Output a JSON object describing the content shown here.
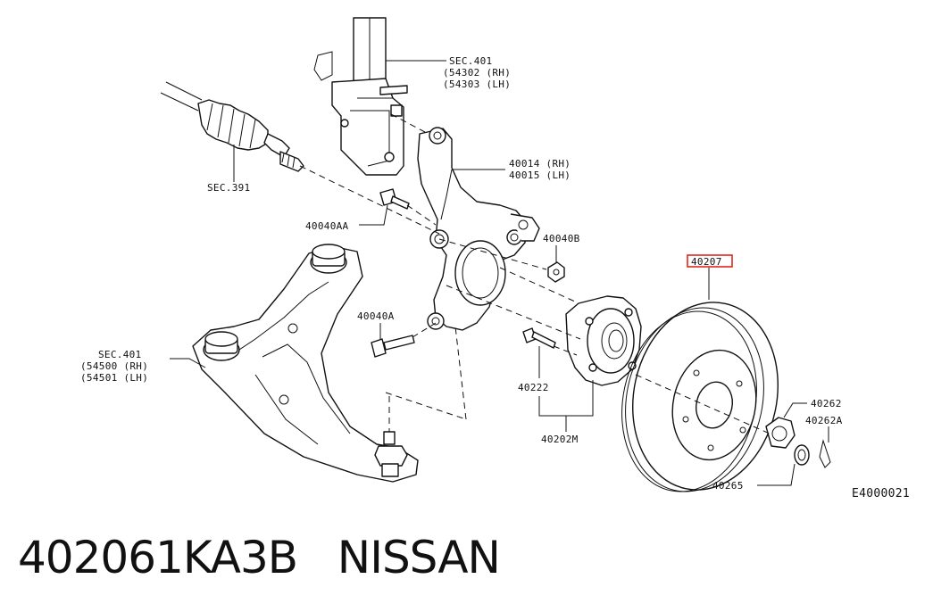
{
  "diagram": {
    "labels": {
      "sec401_strut": "SEC.401",
      "strut_rh": "(54302 (RH)",
      "strut_lh": "(54303 (LH)",
      "knuckle_rh": "40014 (RH)",
      "knuckle_lh": "40015 (LH)",
      "sec391": "SEC.391",
      "bolt_40040AA": "40040AA",
      "nut_40040B": "40040B",
      "rotor_40207": "40207",
      "bolt_40040A": "40040A",
      "sec401_arm": "SEC.401",
      "arm_rh": "(54500 (RH)",
      "arm_lh": "(54501 (LH)",
      "bolt_40222": "40222",
      "hub_40202M": "40202M",
      "nut_40262": "40262",
      "pin_40262A": "40262A",
      "washer_40265": "40265",
      "figure_code": "E4000021"
    },
    "highlighted_part": "40207",
    "highlight_color": "#e0261b"
  },
  "caption": {
    "part_number": "402061KA3B",
    "brand": "NISSAN"
  }
}
